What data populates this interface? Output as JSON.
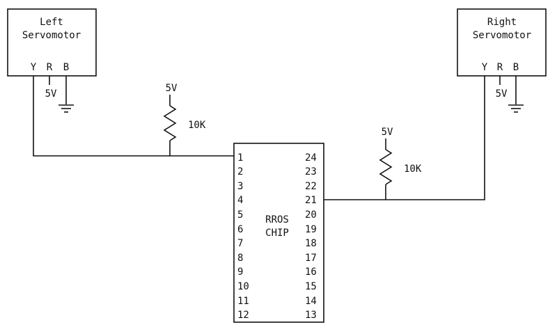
{
  "left_servo": {
    "title_line1": "Left",
    "title_line2": "Servomotor",
    "pin_y": "Y",
    "pin_r": "R",
    "pin_b": "B",
    "supply": "5V"
  },
  "right_servo": {
    "title_line1": "Right",
    "title_line2": "Servomotor",
    "pin_y": "Y",
    "pin_r": "R",
    "pin_b": "B",
    "supply": "5V"
  },
  "left_resistor": {
    "supply": "5V",
    "value": "10K"
  },
  "right_resistor": {
    "supply": "5V",
    "value": "10K"
  },
  "chip": {
    "label_line1": "RROS",
    "label_line2": "CHIP",
    "left_pins": [
      "1",
      "2",
      "3",
      "4",
      "5",
      "6",
      "7",
      "8",
      "9",
      "10",
      "11",
      "12"
    ],
    "right_pins": [
      "24",
      "23",
      "22",
      "21",
      "20",
      "19",
      "18",
      "17",
      "16",
      "15",
      "14",
      "13"
    ]
  }
}
